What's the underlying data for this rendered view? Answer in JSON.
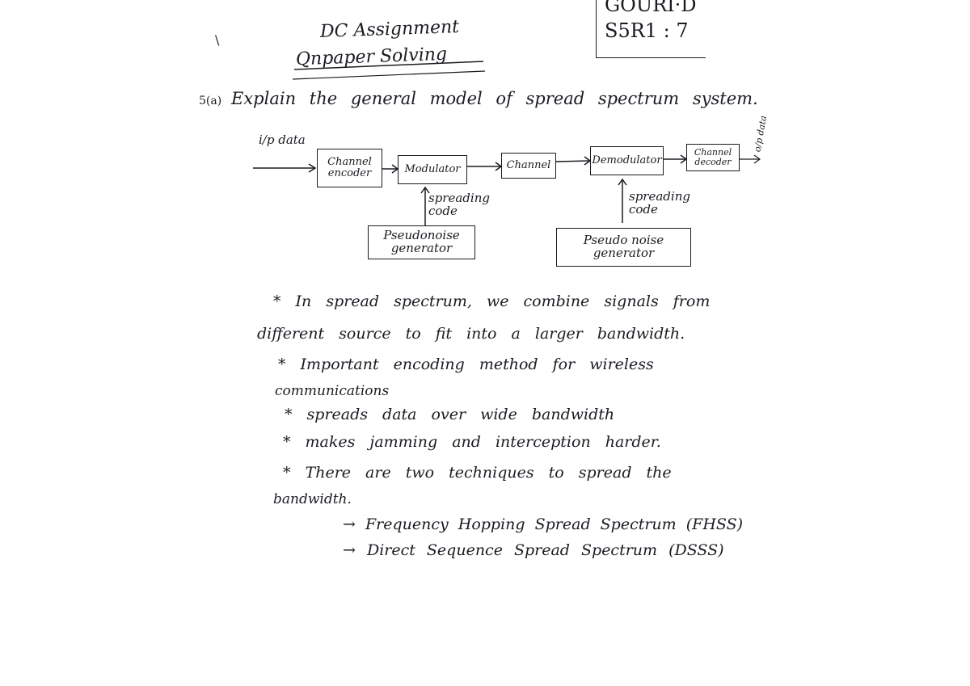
{
  "header": {
    "title_line1": "DC Assignment",
    "title_line2": "Qnpaper Solving",
    "name": "GOURI·D",
    "roll": "S5R1 : 7",
    "margin_tick": "\\"
  },
  "question": {
    "number": "5(a)",
    "text": "Explain the general model of spread spectrum system."
  },
  "diagram": {
    "input_label": "i/p data",
    "output_label": "o/p data",
    "blocks": {
      "channel_encoder": "Channel encoder",
      "modulator": "Modulator",
      "channel": "Channel",
      "demodulator": "Demodulator",
      "channel_decoder": "Channel decoder",
      "pn_generator_left": "Pseudonoise generator",
      "pn_generator_right": "Pseudo noise generator"
    },
    "spreading_code_left": "spreading code",
    "spreading_code_right": "spreading code"
  },
  "notes": {
    "line1": "* In spread spectrum, we combine signals from",
    "line2": "different source to fit into a larger bandwidth.",
    "line3": "* Important encoding method for wireless",
    "line4": "communications",
    "line5": "* spreads data over wide bandwidth",
    "line6": "* makes jamming and interception harder.",
    "line7": "* There are two techniques to spread the",
    "line8": "bandwidth.",
    "technique1": "→ Frequency Hopping Spread Spectrum (FHSS)",
    "technique2": "→ Direct Sequence Spread Spectrum (DSSS)"
  }
}
